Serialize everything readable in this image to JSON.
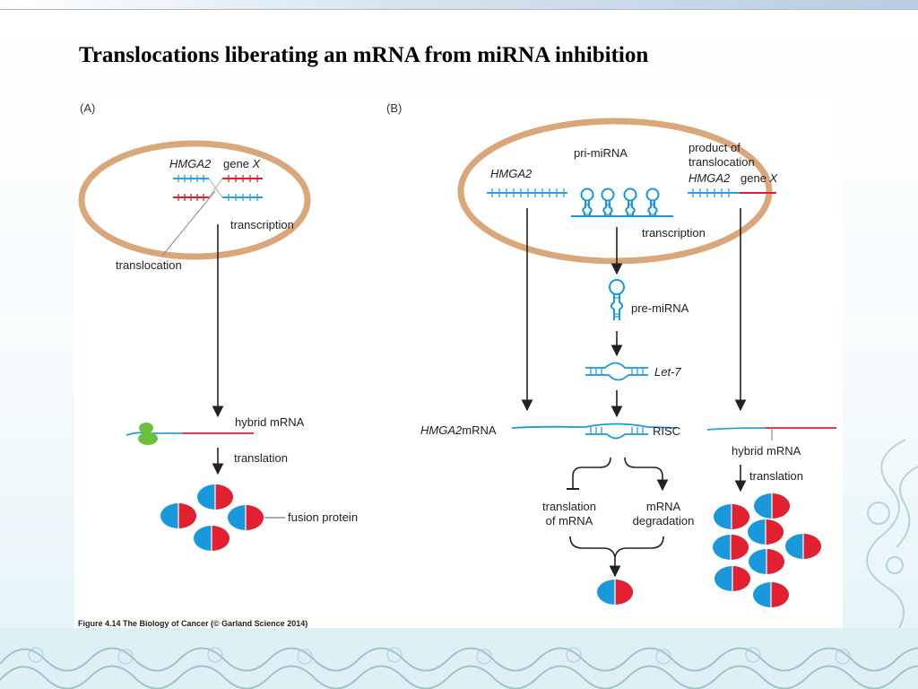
{
  "slide": {
    "title": "Translocations liberating an mRNA from miRNA inhibition",
    "caption": "Figure 4.14 The Biology of Cancer (© Garland Science 2014)"
  },
  "panel_a": {
    "label": "(A)",
    "gene1": "HMGA2",
    "gene2_prefix": "gene ",
    "gene2_italic": "X",
    "transcription": "transcription",
    "translocation": "translocation",
    "hybrid_mrna": "hybrid mRNA",
    "translation": "translation",
    "fusion_protein": "fusion protein"
  },
  "panel_b": {
    "label": "(B)",
    "hmga2": "HMGA2",
    "pri_mirna": "pri-miRNA",
    "product_line1": "product of",
    "product_line2": "translocation",
    "product_gene1": "HMGA2",
    "product_gene2_prefix": "gene ",
    "product_gene2_italic": "X",
    "transcription": "transcription",
    "pre_mirna": "pre-miRNA",
    "let7": "Let-7",
    "hmga2_mrna_italic": "HMGA2",
    "hmga2_mrna_suffix": "mRNA",
    "risc": "RISC",
    "hybrid_mrna": "hybrid mRNA",
    "translation": "translation",
    "block_line1": "translation",
    "block_line2": "of mRNA",
    "degrade_line1": "mRNA",
    "degrade_line2": "degradation"
  },
  "colors": {
    "nucleus": "#d9a77a",
    "blue_gene": "#2aa0dc",
    "red_gene": "#e0202f",
    "ribosome": "#6cbf3c",
    "arrow": "#222222"
  }
}
